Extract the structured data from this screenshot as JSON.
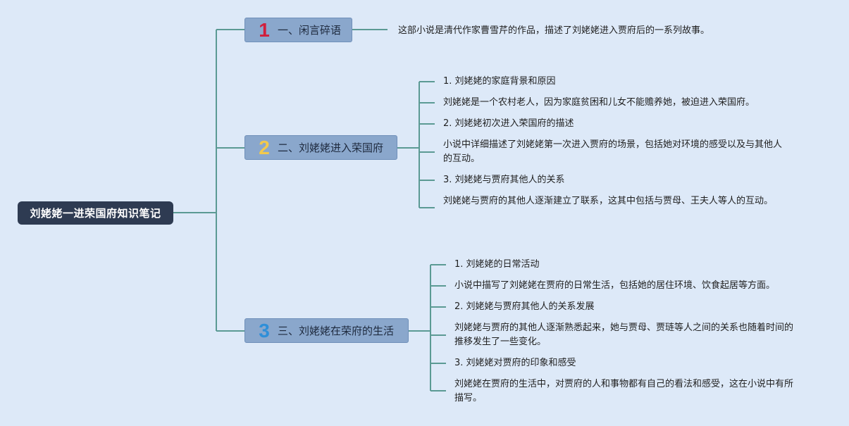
{
  "root": {
    "title": "刘姥姥一进荣国府知识笔记"
  },
  "colors": {
    "background": "#dde9f8",
    "root_fill": "#2e3b52",
    "branch_fill": "#8aa7cc",
    "connector": "#5b9a94",
    "badge_1": "#d11f3c",
    "badge_2": "#f2c94c",
    "badge_3": "#2f8fd8"
  },
  "branches": [
    {
      "badge": "1",
      "title": "一、闲言碎语",
      "items": [
        "这部小说是清代作家曹雪芹的作品，描述了刘姥姥进入贾府后的一系列故事。"
      ]
    },
    {
      "badge": "2",
      "title": "二、刘姥姥进入荣国府",
      "items": [
        "1. 刘姥姥的家庭背景和原因",
        "刘姥姥是一个农村老人，因为家庭贫困和儿女不能赡养她，被迫进入荣国府。",
        "2. 刘姥姥初次进入荣国府的描述",
        "小说中详细描述了刘姥姥第一次进入贾府的场景，包括她对环境的感受以及与其他人的互动。",
        "3. 刘姥姥与贾府其他人的关系",
        "刘姥姥与贾府的其他人逐渐建立了联系，这其中包括与贾母、王夫人等人的互动。"
      ]
    },
    {
      "badge": "3",
      "title": "三、刘姥姥在荣府的生活",
      "items": [
        "1. 刘姥姥的日常活动",
        "小说中描写了刘姥姥在贾府的日常生活，包括她的居住环境、饮食起居等方面。",
        "2. 刘姥姥与贾府其他人的关系发展",
        "刘姥姥与贾府的其他人逐渐熟悉起来，她与贾母、贾琏等人之间的关系也随着时间的推移发生了一些变化。",
        "3. 刘姥姥对贾府的印象和感受",
        "刘姥姥在贾府的生活中，对贾府的人和事物都有自己的看法和感受，这在小说中有所描写。"
      ]
    }
  ]
}
